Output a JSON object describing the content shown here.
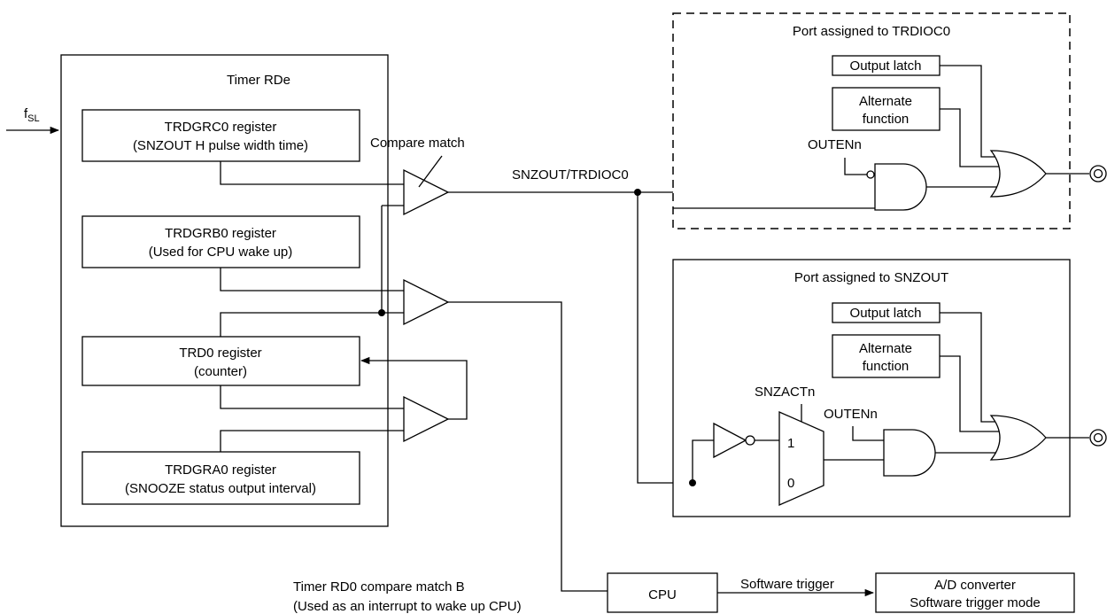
{
  "signals": {
    "fsl_main": "f",
    "fsl_sub": "SL",
    "snzout_trdioc0": "SNZOUT/TRDIOC0",
    "compare_match": "Compare match",
    "outen_top": "OUTENn",
    "outen_bottom": "OUTENn",
    "snzact": "SNZACTn",
    "mux_in1": "1",
    "mux_in0": "0",
    "software_trigger": "Software trigger",
    "compare_b_line1": "Timer RD0 compare match B",
    "compare_b_line2": "(Used as an interrupt to wake up CPU)"
  },
  "timer_block": {
    "title": "Timer RDe",
    "grc0_line1": "TRDGRC0 register",
    "grc0_line2": "(SNZOUT H pulse width time)",
    "grb0_line1": "TRDGRB0 register",
    "grb0_line2": "(Used for CPU wake up)",
    "trd0_line1": "TRD0 register",
    "trd0_line2": "(counter)",
    "gra0_line1": "TRDGRA0 register",
    "gra0_line2": "(SNOOZE status output interval)"
  },
  "port_trdioc0": {
    "title": "Port assigned to TRDIOC0",
    "output_latch": "Output latch",
    "alt_line1": "Alternate",
    "alt_line2": "function"
  },
  "port_snzout": {
    "title": "Port assigned to SNZOUT",
    "output_latch": "Output latch",
    "alt_line1": "Alternate",
    "alt_line2": "function"
  },
  "cpu": {
    "label": "CPU"
  },
  "adc": {
    "line1": "A/D converter",
    "line2": "Software trigger mode"
  }
}
